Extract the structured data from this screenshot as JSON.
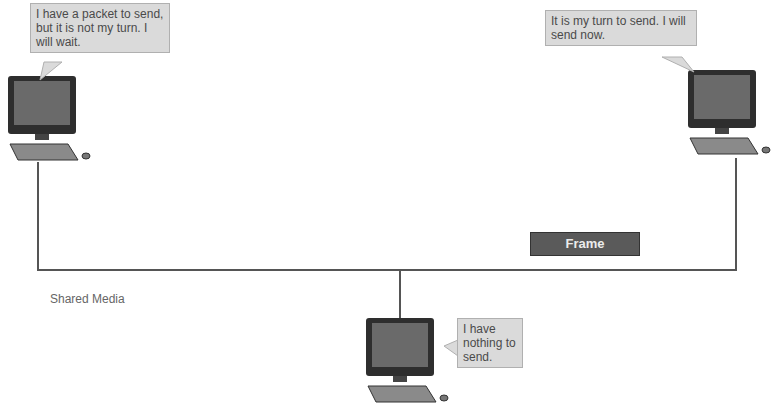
{
  "diagram": {
    "nodes": [
      {
        "text": [
          "I have a packet to send, but it is not my turn. I will wait."
        ]
      },
      {
        "text": [
          "It is my turn to send. I will send now."
        ]
      },
      {
        "text": [
          "Frame"
        ]
      },
      {
        "text": [
          "I have nothing to send."
        ]
      }
    ],
    "labels": [
      "Shared Media"
    ]
  }
}
